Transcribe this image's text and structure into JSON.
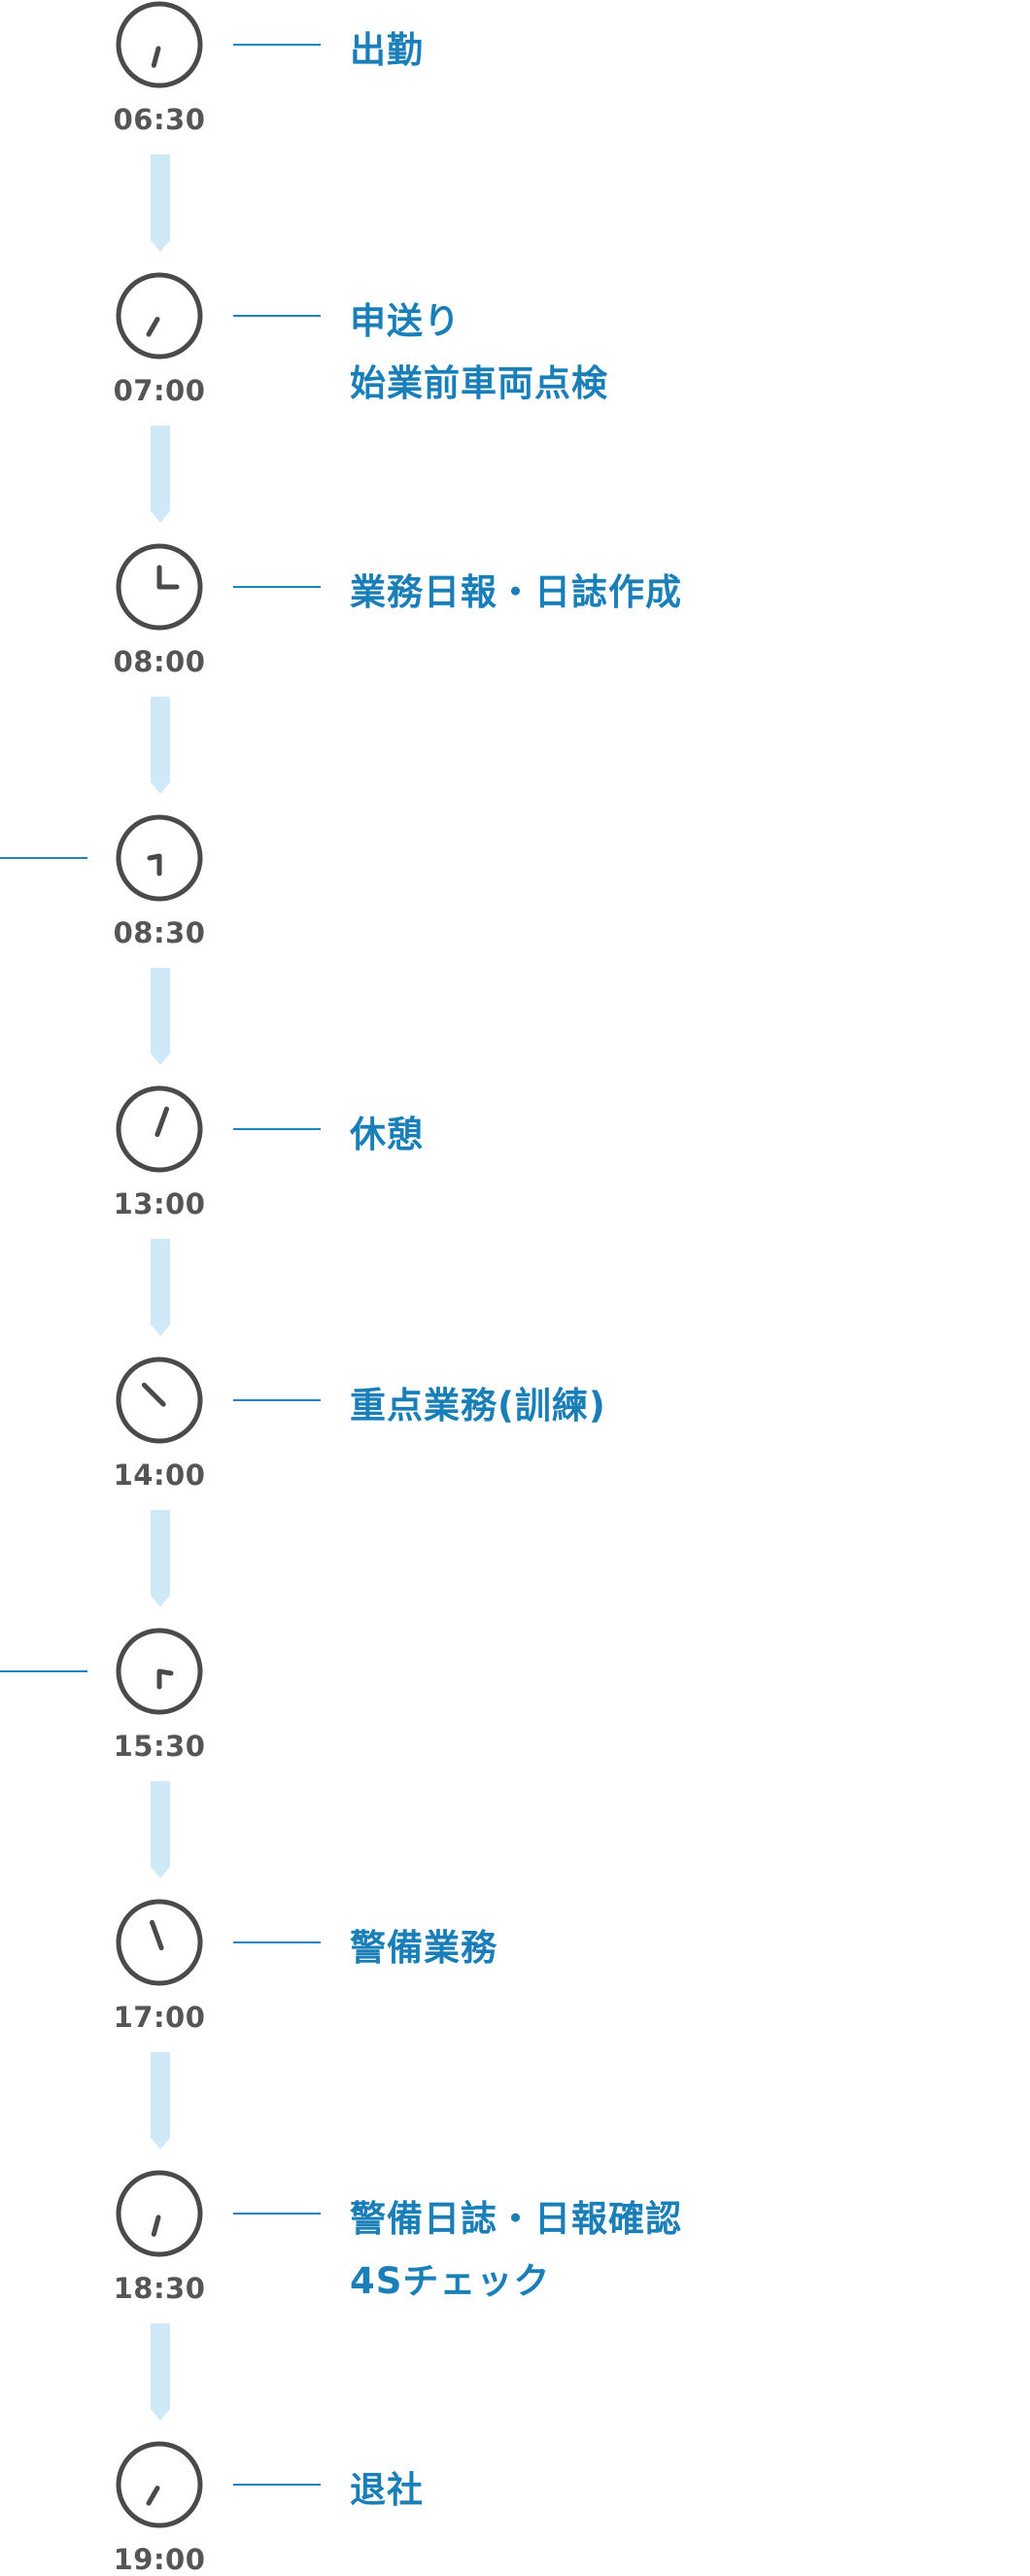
{
  "colors": {
    "clock_stroke": "#4a4a4a",
    "time_text": "#555555",
    "task_text": "#1a7fb8",
    "connector": "#1a83be",
    "arrow": "#cfe9f8"
  },
  "schedule": [
    {
      "time": "06:30",
      "task": "出勤",
      "connector_side": "right",
      "hour_hand_deg": 195
    },
    {
      "time": "07:00",
      "task": "申送り\n始業前車両点検",
      "connector_side": "right",
      "hour_hand_deg": 210
    },
    {
      "time": "08:00",
      "task": "業務日報・日誌作成",
      "connector_side": "right",
      "hour_hand_deg": 0,
      "hour_hand_mode": "corner-right"
    },
    {
      "time": "08:30",
      "task": "",
      "connector_side": "left",
      "hour_hand_deg": 0,
      "hour_hand_mode": "corner-left"
    },
    {
      "time": "13:00",
      "task": "休憩",
      "connector_side": "right",
      "hour_hand_deg": 20
    },
    {
      "time": "14:00",
      "task": "重点業務(訓練)",
      "connector_side": "right",
      "hour_hand_deg": 315
    },
    {
      "time": "15:30",
      "task": "",
      "connector_side": "left",
      "hour_hand_deg": 0,
      "hour_hand_mode": "corner-lower-right"
    },
    {
      "time": "17:00",
      "task": "警備業務",
      "connector_side": "right",
      "hour_hand_deg": 340
    },
    {
      "time": "18:30",
      "task": "警備日誌・日報確認\n4Sチェック",
      "connector_side": "right",
      "hour_hand_deg": 195
    },
    {
      "time": "19:00",
      "task": "退社",
      "connector_side": "right",
      "hour_hand_deg": 210
    }
  ]
}
